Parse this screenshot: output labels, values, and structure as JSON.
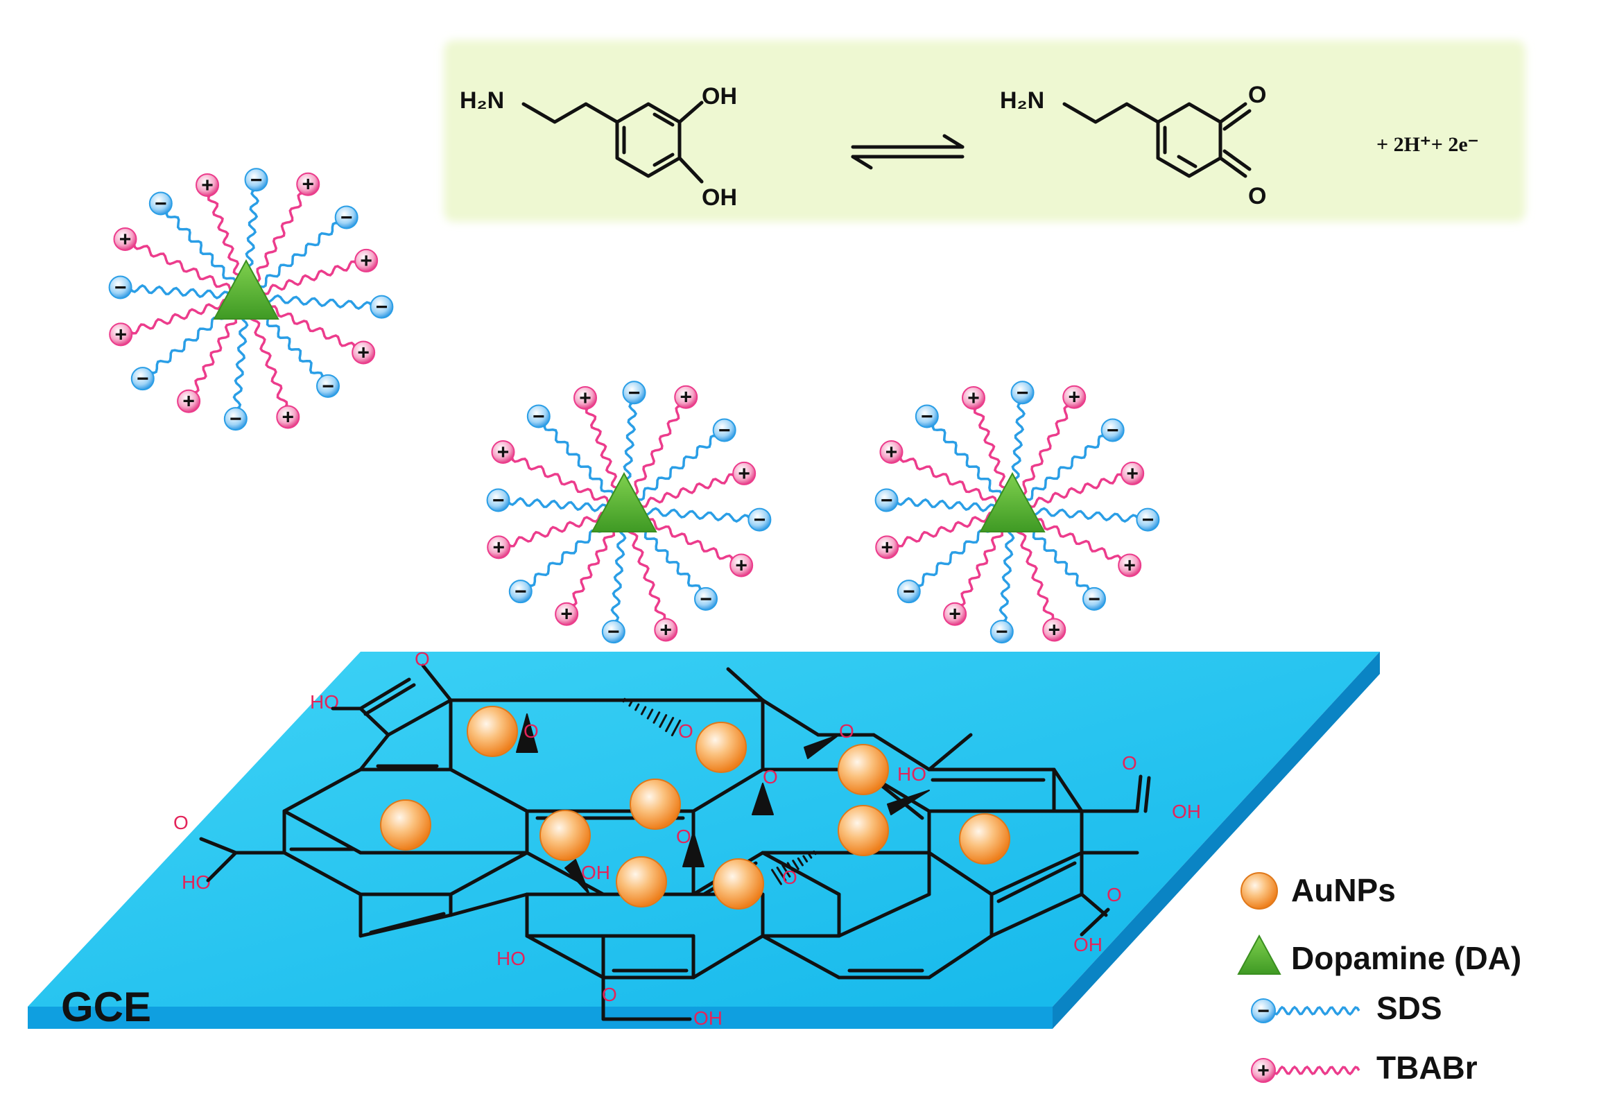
{
  "reaction": {
    "reactant_amine": "H₂N",
    "reactant_oh_top": "OH",
    "reactant_oh_bottom": "OH",
    "product_amine": "H₂N",
    "product_o_top": "O",
    "product_o_bottom": "O",
    "product_extra": "+ 2H⁺+ 2e⁻",
    "panel_color": "#eef8d2"
  },
  "electrode": {
    "label": "GCE",
    "top_color": "#22c6ef",
    "front_color": "#0f9fe0",
    "side_color": "#0a84c4"
  },
  "functional_groups": {
    "ho": "HO",
    "oh": "OH",
    "o": "O",
    "color": "#e3245a"
  },
  "legend": {
    "items": [
      {
        "key": "aunp",
        "label": "AuNPs"
      },
      {
        "key": "dopamine",
        "label": "Dopamine (DA)"
      },
      {
        "key": "sds",
        "label": "SDS"
      },
      {
        "key": "tbabr",
        "label": "TBABr"
      }
    ]
  },
  "colors": {
    "sds": "#2a9ee6",
    "tbabr": "#ec3c8c",
    "dopamine": "#56b030",
    "aunp": "#f59a3c"
  },
  "micelle_charges": {
    "plus": "+",
    "minus": "−"
  }
}
